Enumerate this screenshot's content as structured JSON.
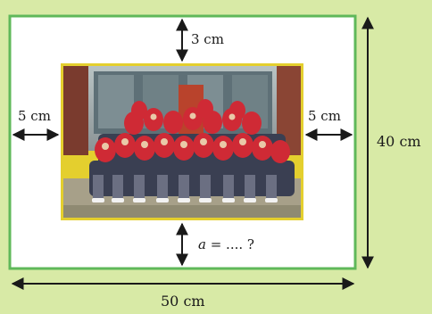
{
  "labels": {
    "top_gap": "3 cm",
    "left_gap": "5 cm",
    "right_gap": "5 cm",
    "height": "40 cm",
    "width": "50 cm",
    "bottom_var": "a",
    "bottom_rest": " = .... ?"
  },
  "colors": {
    "background": "#d8eaa6",
    "frame_mat": "#ffffff",
    "frame_border": "#5fb85a",
    "photo_border": "#e4cf2e",
    "arrow": "#1a1a1a"
  },
  "photo": {
    "description_icon": "group-photo-icon"
  }
}
